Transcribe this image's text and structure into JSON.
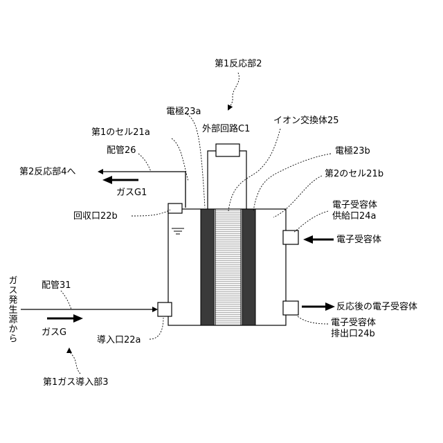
{
  "labels": {
    "reactor1": "第1反応部2",
    "electrode_a": "電極23a",
    "external_circuit": "外部回路C1",
    "ion_exchanger": "イオン交換体25",
    "cell1": "第1のセル21a",
    "electrode_b": "電極23b",
    "pipe26": "配管26",
    "cell2": "第2のセル21b",
    "to_reactor2": "第2反応部4へ",
    "gas_g1": "ガスG1",
    "recovery_port": "回収口22b",
    "acceptor_supply_line1": "電子受容体",
    "acceptor_supply_line2": "供給口24a",
    "acceptor_in": "電子受容体",
    "gas_source": "ガス発生源から",
    "pipe31": "配管31",
    "gas_g": "ガスG",
    "inlet_port": "導入口22a",
    "acceptor_out": "反応後の電子受容体",
    "acceptor_exhaust_line1": "電子受容体",
    "acceptor_exhaust_line2": "排出口24b",
    "gas_introduction": "第1ガス導入部3"
  },
  "colors": {
    "line": "#000000",
    "electrode_fill": "#3a3a3a",
    "membrane_fill": "#d9d9d9",
    "background": "#ffffff"
  }
}
